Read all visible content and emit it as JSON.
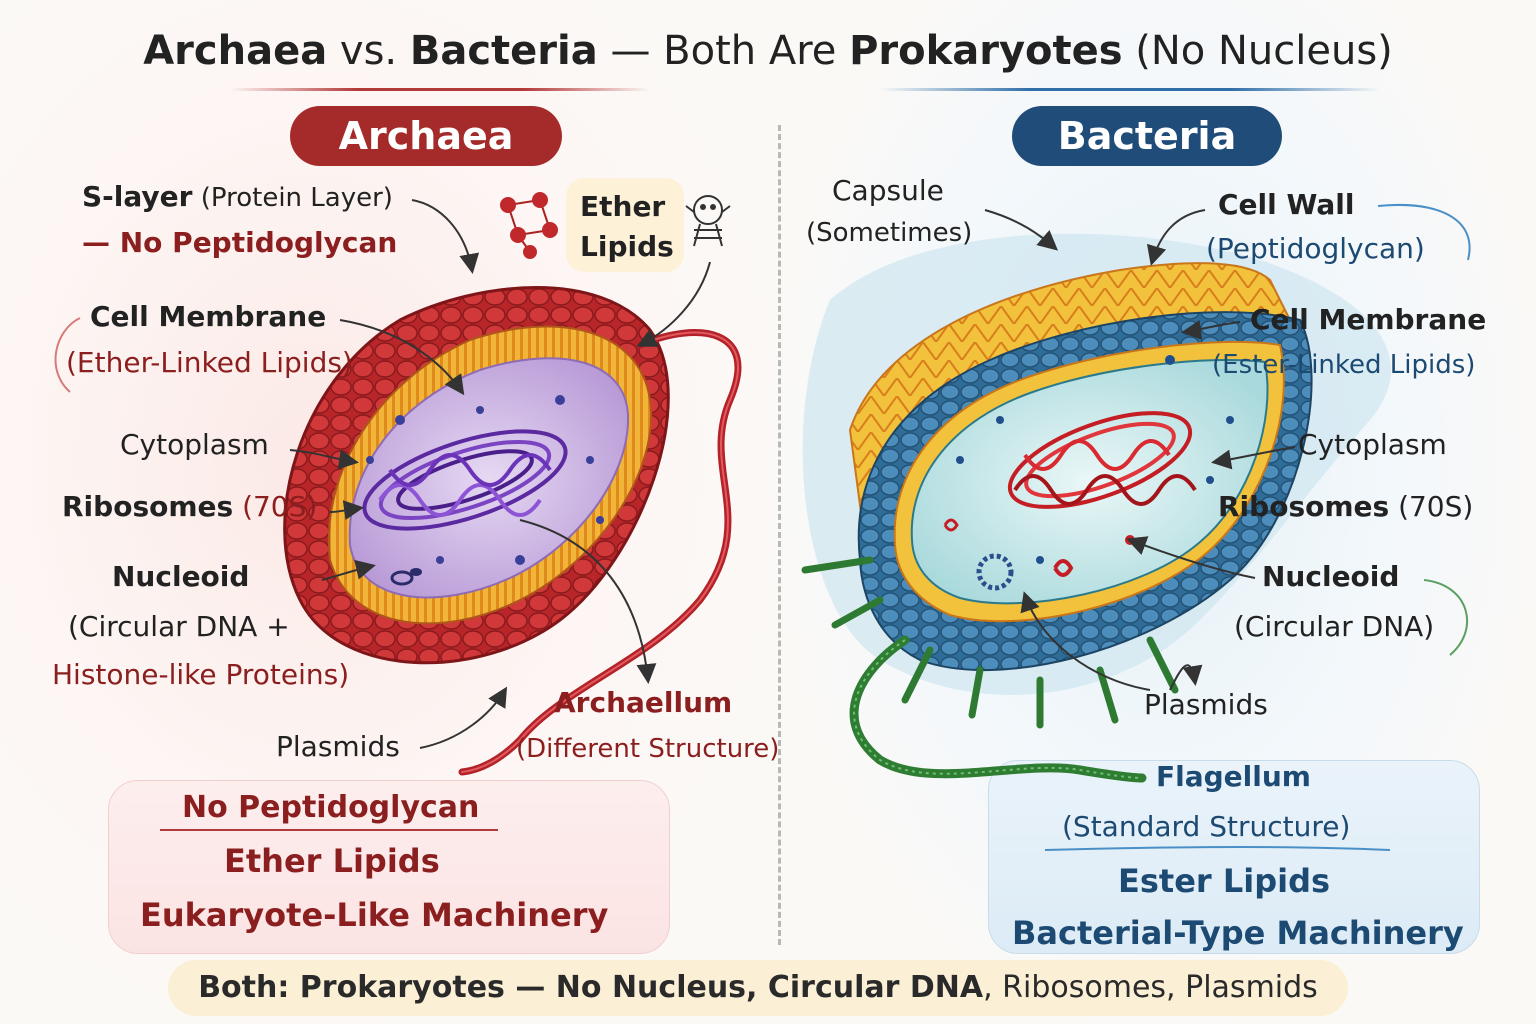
{
  "title": {
    "part1": "Archaea",
    "part2": " vs. ",
    "part3": "Bacteria",
    "part4": " — Both Are ",
    "part5": "Prokaryotes",
    "part6": " (No Nucleus)"
  },
  "archaea": {
    "heading": "Archaea",
    "s_layer": "S-layer",
    "s_layer_note": " (Protein Layer)",
    "no_peptidoglycan_line": "— No Peptidoglycan",
    "ether_label_1": "Ether",
    "ether_label_2": "Lipids",
    "cell_membrane": "Cell Membrane",
    "cell_membrane_note": "(Ether-Linked Lipids)",
    "cytoplasm": "Cytoplasm",
    "ribosomes": "Ribosomes",
    "ribosomes_note": " (70S)",
    "nucleoid": "Nucleoid",
    "nucleoid_note_1": "(Circular DNA +",
    "nucleoid_note_2": "Histone-like Proteins)",
    "plasmids": "Plasmids",
    "archaellum": "Archaellum",
    "archaellum_note": "(Different Structure)",
    "summary": [
      "No Peptidoglycan",
      "Ether Lipids",
      "Eukaryote-Like Machinery"
    ]
  },
  "bacteria": {
    "heading": "Bacteria",
    "capsule": "Capsule",
    "capsule_note": "(Sometimes)",
    "cell_wall": "Cell Wall",
    "cell_wall_note": "(Peptidoglycan)",
    "cell_membrane": "Cell Membrane",
    "cell_membrane_note": "(Ester-Linked Lipids)",
    "cytoplasm": "Cytoplasm",
    "ribosomes": "Ribosomes",
    "ribosomes_note": " (70S)",
    "nucleoid": "Nucleoid",
    "nucleoid_note": "(Circular DNA)",
    "plasmids": "Plasmids",
    "flagellum": "Flagellum",
    "flagellum_note": "(Standard Structure)",
    "summary": [
      "Ester Lipids",
      "Bacterial-Type Machinery"
    ]
  },
  "footer": {
    "prefix": "Both: Prokaryotes — No Nucleus, Circular DNA",
    "suffix": ", Ribosomes, Plasmids"
  },
  "colors": {
    "archaea_accent": "#a52a2a",
    "bacteria_accent": "#1f4c78",
    "footer_bg": "#fbefd6"
  }
}
